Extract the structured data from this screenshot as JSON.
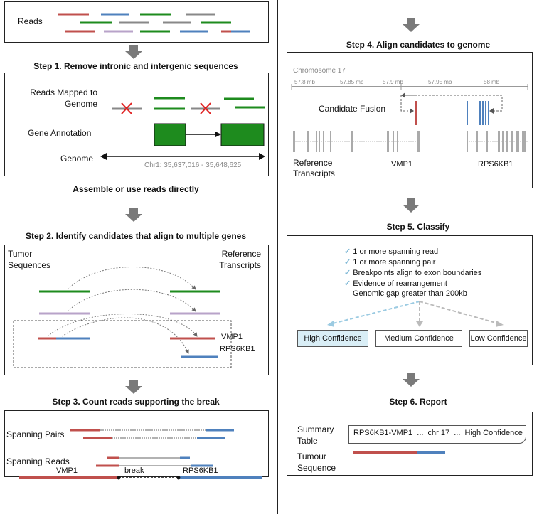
{
  "left": {
    "reads_label": "Reads",
    "step1_title": "Step 1. Remove intronic and intergenic sequences",
    "step1": {
      "reads_mapped": "Reads Mapped to Genome",
      "gene_annotation": "Gene Annotation",
      "genome": "Genome",
      "coords": "Chr1: 35,637,016 - 35,648,625"
    },
    "assemble": "Assemble or use reads directly",
    "step2_title": "Step 2. Identify candidates that align to multiple genes",
    "step2": {
      "tumor": "Tumor Sequences",
      "reference": "Reference Transcripts",
      "vmp1": "VMP1",
      "rps6kb1": "RPS6KB1"
    },
    "step3_title": "Step 3. Count reads supporting the break",
    "step3": {
      "spanning_pairs": "Spanning Pairs",
      "spanning_reads": "Spanning Reads",
      "vmp1": "VMP1",
      "break": "break",
      "rps6kb1": "RPS6KB1"
    }
  },
  "right": {
    "step4_title": "Step 4. Align candidates to genome",
    "step4": {
      "chromosome": "Chromosome 17",
      "ticks": [
        "57.8 mb",
        "57.85 mb",
        "57.9 mb",
        "57.95 mb",
        "58 mb"
      ],
      "candidate_fusion": "Candidate Fusion",
      "reference_transcripts": "Reference Transcripts",
      "vmp1": "VMP1",
      "rps6kb1": "RPS6KB1"
    },
    "step5_title": "Step 5. Classify",
    "step5": {
      "criteria": [
        "1 or more spanning read",
        "1 or more spanning pair",
        "Breakpoints align to exon boundaries",
        "Evidence of rearrangement"
      ],
      "gap": "Genomic gap greater than 200kb",
      "high": "High Confidence",
      "medium": "Medium Confidence",
      "low": "Low Confidence"
    },
    "step6_title": "Step 6. Report",
    "step6": {
      "summary_table": "Summary Table",
      "summary_text": "RPS6KB1-VMP1  ...  chr 17  ...  High Confidence",
      "tumour_sequence": "Tumour Sequence"
    }
  },
  "colors": {
    "red": "#c0504d",
    "blue": "#4f81bd",
    "green": "#1e8b1e",
    "gray": "#888888",
    "lavender": "#b8a3c9",
    "check": "#7fb8d6",
    "high_fill": "#d9eef6"
  }
}
